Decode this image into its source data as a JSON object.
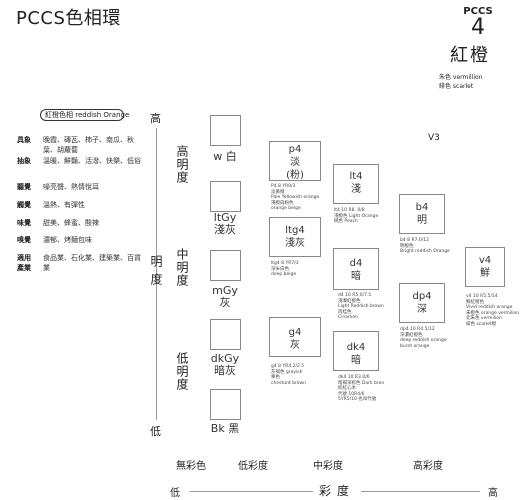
{
  "title": "PCCS色相環",
  "hue": {
    "system": "PCCS",
    "number": "4",
    "name": "紅橙",
    "lines": [
      "朱色 vermillion",
      "緋色 scarlet"
    ]
  },
  "association": {
    "label": "紅橙色相 reddish Orange",
    "rows": [
      {
        "key": "具象",
        "value": "晚霞、磚瓦、柿子、南瓜、秋葉、胡蘿蔔"
      },
      {
        "key": "抽象",
        "value": "溫暖、鮮豔、活潑、快樂、低俗"
      },
      {
        "key": "聽覺",
        "value": "噪亮聲、熱情悅耳"
      },
      {
        "key": "觸覺",
        "value": "溫熱、有彈性"
      },
      {
        "key": "味覺",
        "value": "甜美、蜂蜜、酸辣"
      },
      {
        "key": "嗅覺",
        "value": "濃郁、烤麵包味"
      },
      {
        "key": "適用產業",
        "value": "食品業、石化業、建築業、百貨業"
      }
    ]
  },
  "value_axis": {
    "high": "高",
    "low": "低",
    "label": "明度"
  },
  "value_zones": {
    "high": "高明度",
    "mid": "中明度",
    "low": "低明度"
  },
  "neutrals": [
    {
      "code": "w",
      "name": "白"
    },
    {
      "code": "ltGy",
      "name": "淺灰"
    },
    {
      "code": "mGy",
      "name": "灰"
    },
    {
      "code": "dkGy",
      "name": "暗灰"
    },
    {
      "code": "Bk",
      "name": "黑"
    }
  ],
  "tones": {
    "p4": {
      "code": "p4",
      "name": "淡",
      "name2": "(粉)",
      "lines": [
        "P4  8 YR9/3",
        "淡黃橙",
        "Pale Yellowish orange",
        "淺橙白粉色",
        "orange beige"
      ]
    },
    "lt4": {
      "code": "lt4",
      "name": "淺",
      "lines": [
        "lt4  10 R8. 0/8",
        "淺橙色 Light Orange",
        "桃色 Peach"
      ]
    },
    "ltg4": {
      "code": "ltg4",
      "name": "淺灰",
      "lines": [
        "ltg4  8 YR7/3",
        "深米白色",
        "deep beige"
      ]
    },
    "b4": {
      "code": "b4",
      "name": "明",
      "lines": [
        "b4  8 R7.0/12",
        "明橙色",
        "Bright reddish Orange"
      ]
    },
    "d4": {
      "code": "d4",
      "name": "暗",
      "lines": [
        "d4  10 R5.0/7.5",
        "淺濁紅橙色",
        "Light Reddish brown",
        "肉桂色",
        "Cinamon"
      ]
    },
    "dp4": {
      "code": "dp4",
      "name": "深",
      "lines": [
        "dp4  10 R4.5/12",
        "深濃紅橙色",
        "deep  reddish orange",
        "burnt orange"
      ]
    },
    "v4": {
      "code": "v4",
      "name": "鮮",
      "lines": [
        "v4  10 R5.5/14",
        "鮮紅橙色",
        "Vivid  reddish orange",
        "朱橙色 orange vermilion",
        "北朱色 vermilion",
        "緋色 scarlet橙"
      ]
    },
    "g4": {
      "code": "g4",
      "name": "灰",
      "lines": [
        "g4  8 YR4.2/2.5",
        "灰褐色 grayish",
        "栗色",
        "chestunt brown"
      ]
    },
    "dk4": {
      "code": "dk4",
      "name": "暗",
      "lines": [
        "dk4  10 R3.0/6",
        "暗褐深棕色 Dark  bron",
        "棕紅心木",
        "代號 10R4/6",
        "5YR5/10 也叫代號"
      ]
    }
  },
  "v3_label": "V3",
  "chroma_zones": [
    "無彩色",
    "低彩度",
    "中彩度",
    "高彩度"
  ],
  "chroma_axis": {
    "low": "低",
    "label": "彩度",
    "high": "高"
  }
}
